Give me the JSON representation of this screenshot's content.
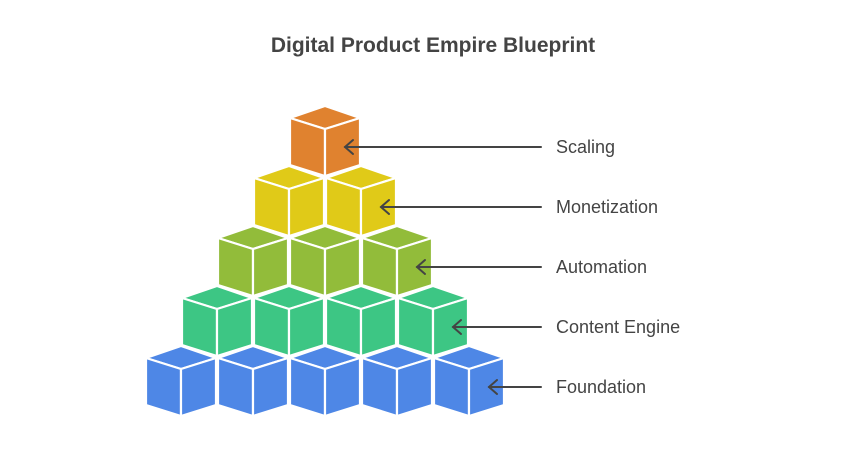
{
  "title": "Digital Product Empire Blueprint",
  "levels": [
    {
      "label": "Scaling",
      "color": "#E0822F",
      "cubes": 1
    },
    {
      "label": "Monetization",
      "color": "#E0CA18",
      "cubes": 2
    },
    {
      "label": "Automation",
      "color": "#92BC3A",
      "cubes": 3
    },
    {
      "label": "Content Engine",
      "color": "#3DC684",
      "cubes": 4
    },
    {
      "label": "Foundation",
      "color": "#4E87E6",
      "cubes": 5
    }
  ],
  "arrow_color": "#444444"
}
